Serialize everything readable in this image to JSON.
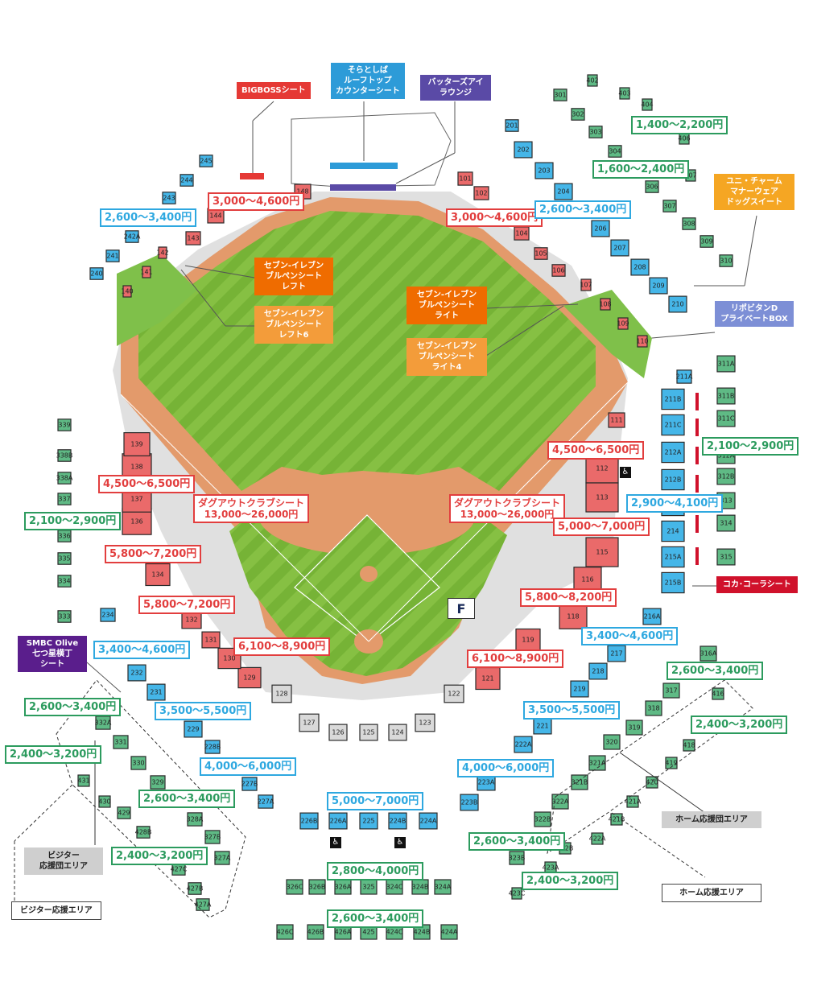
{
  "sections": {
    "red": [
      "101",
      "102",
      "104",
      "105",
      "106",
      "107",
      "108",
      "109",
      "110",
      "111",
      "112",
      "113",
      "115",
      "116",
      "118",
      "119",
      "121",
      "129",
      "130",
      "131",
      "132",
      "134",
      "136",
      "137",
      "138",
      "139",
      "140",
      "141",
      "142",
      "143",
      "144",
      "148"
    ],
    "blue": [
      "201",
      "202",
      "203",
      "204",
      "206",
      "207",
      "208",
      "209",
      "210",
      "211A",
      "211B",
      "211C",
      "212A",
      "212B",
      "213",
      "214",
      "215A",
      "215B",
      "216A",
      "217",
      "218",
      "219",
      "221",
      "222A",
      "223A",
      "223B",
      "224A",
      "224B",
      "225",
      "226A",
      "226B",
      "227A",
      "227B",
      "228B",
      "229",
      "231",
      "232",
      "234",
      "240",
      "241",
      "242A",
      "243",
      "244",
      "245"
    ],
    "green": [
      "301",
      "302",
      "303",
      "304",
      "306",
      "307",
      "308",
      "309",
      "310",
      "311A",
      "311B",
      "311C",
      "312A",
      "312B",
      "313",
      "314",
      "315",
      "316A",
      "317",
      "318",
      "319",
      "320",
      "321A",
      "321B",
      "322A",
      "322B",
      "323B",
      "324A",
      "324B",
      "324C",
      "325",
      "326A",
      "326B",
      "326C",
      "327A",
      "327B",
      "328A",
      "329",
      "330",
      "331",
      "332A",
      "333",
      "334",
      "335",
      "336",
      "337",
      "338A",
      "338B",
      "339",
      "402",
      "403",
      "404",
      "406",
      "407",
      "416",
      "418",
      "419",
      "420",
      "421A",
      "421B",
      "422A",
      "422B",
      "423A",
      "423C",
      "424A",
      "424B",
      "424C",
      "425",
      "426A",
      "426B",
      "426C",
      "427A",
      "427B",
      "427C",
      "428B",
      "429",
      "430",
      "431"
    ],
    "grey": [
      "122",
      "123",
      "124",
      "125",
      "126",
      "127",
      "128"
    ]
  },
  "prices": {
    "p_left_upper": "2,600～3,400円",
    "p_144": "3,000～4,600円",
    "p_104": "3,000～4,600円",
    "p_1400": "1,400～2,200円",
    "p_1600": "1,600～2,400円",
    "p_206": "2,600～3,400円",
    "p_137": "4,500～6,500円",
    "p_112": "4,500～6,500円",
    "p_left300": "2,100～2,900円",
    "p_right300": "2,100～2,900円",
    "p_213": "2,900～4,100円",
    "p_dug_l": "ダグアウトクラブシート\n13,000～26,000円",
    "p_dug_r": "ダグアウトクラブシート\n13,000～26,000円",
    "p_134": "5,800～7,200円",
    "p_132": "5,800～7,200円",
    "p_115": "5,000～7,000円",
    "p_116": "5,800～8,200円",
    "p_130": "6,100～8,900円",
    "p_119": "6,100～8,900円",
    "p_232": "3,400～4,600円",
    "p_217": "3,400～4,600円",
    "p_229": "3,500～5,500円",
    "p_221": "3,500～5,500円",
    "p_227": "4,000～6,000円",
    "p_223": "4,000～6,000円",
    "p_225": "5,000～7,000円",
    "p_325": "2,800～4,000円",
    "p_425": "2,600～3,400円",
    "p_331": "2,600～3,400円",
    "p_431": "2,400～3,200円",
    "p_329": "2,600～3,400円",
    "p_427": "2,400～3,200円",
    "p_317": "2,600～3,400円",
    "p_418": "2,400～3,200円",
    "p_322": "2,600～3,400円",
    "p_423": "2,400～3,200円"
  },
  "labels": {
    "bigboss": "BIGBOSSシート",
    "soratoshiba": [
      "そらとしば",
      "ルーフトップ",
      "カウンターシート"
    ],
    "batters": [
      "バッターズアイ",
      "ラウンジ"
    ],
    "unicharm": [
      "ユニ・チャーム",
      "マナーウェア",
      "ドッグスイート"
    ],
    "lipovitan": [
      "リポビタンD",
      "プライベートBOX"
    ],
    "bullpen_left": [
      "セブン-イレブン",
      "ブルペンシート",
      "レフト"
    ],
    "bullpen_left6": [
      "セブン-イレブン",
      "ブルペンシート",
      "レフト6"
    ],
    "bullpen_right": [
      "セブン-イレブン",
      "ブルペンシート",
      "ライト"
    ],
    "bullpen_right4": [
      "セブン-イレブン",
      "ブルペンシート",
      "ライト4"
    ],
    "cocacola": "コカ･コーラシート",
    "smbc": [
      "SMBC Olive",
      "七つ星横丁",
      "シート"
    ],
    "visitor_group": [
      "ビジター",
      "応援団エリア"
    ],
    "visitor_area": "ビジター応援エリア",
    "home_group": "ホーム応援団エリア",
    "home_area": "ホーム応援エリア",
    "wheelchair": "♿",
    "home_plate_logo": "F"
  }
}
